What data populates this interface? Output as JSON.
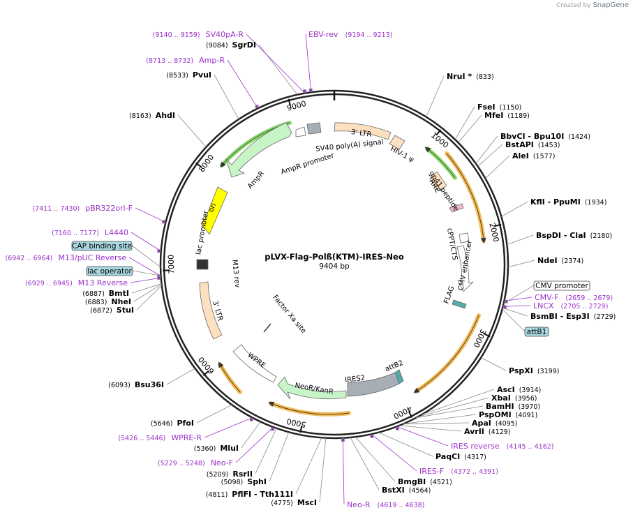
{
  "watermark": {
    "prefix": "Created by",
    "brand": "SnapGene"
  },
  "plasmid": {
    "name": "pLVX-Flag-Polß(KTM)-IRES-Neo",
    "length": "9404 bp"
  },
  "ticks": [
    "1000",
    "2000",
    "3000",
    "4000",
    "5000",
    "6000",
    "7000",
    "8000",
    "9000"
  ],
  "features": [
    {
      "label": "3' LTR",
      "fill": "#fde0c0"
    },
    {
      "label": "HIV-1 ψ",
      "fill": "#fde0c0"
    },
    {
      "label": "RRE",
      "fill": "#fde0c0"
    },
    {
      "label": "gp41 peptide",
      "fill": "#f4b8d4"
    },
    {
      "label": "cPPT/CTS",
      "fill": "#ffffff"
    },
    {
      "label": "CMV enhancer",
      "fill": "#ffffff"
    },
    {
      "label": "FLAG",
      "fill": "#5aa"
    },
    {
      "label": "CMV promoter",
      "fill": "#ffffff"
    },
    {
      "label": "attB2",
      "fill": "#5aa"
    },
    {
      "label": "IRES2",
      "fill": "#a8aeb5"
    },
    {
      "label": "NeoR/KanR",
      "fill": "#c8f5c8"
    },
    {
      "label": "WPRE",
      "fill": "#ffffff"
    },
    {
      "label": "Factor Xa site",
      "fill": "#ffffff"
    },
    {
      "label": "3' LTR",
      "fill": "#fde0c0"
    },
    {
      "label": "lac promoter",
      "fill": "#ffffff"
    },
    {
      "label": "M13 rev",
      "fill": "#ffffff"
    },
    {
      "label": "ori",
      "fill": "#ffff00"
    },
    {
      "label": "AmpR",
      "fill": "#c8f5c8"
    },
    {
      "label": "AmpR promoter",
      "fill": "#ffffff"
    },
    {
      "label": "SV40 poly(A) signal",
      "fill": "#a8aeb5"
    }
  ],
  "sites": [
    {
      "name": "NruI *",
      "pos": "(833)",
      "side": "right"
    },
    {
      "name": "FseI",
      "pos": "(1150)",
      "side": "right"
    },
    {
      "name": "MfeI",
      "pos": "(1189)",
      "side": "right"
    },
    {
      "name": "BbvCI - Bpu10I",
      "pos": "(1424)",
      "side": "right"
    },
    {
      "name": "BstAPI",
      "pos": "(1453)",
      "side": "right"
    },
    {
      "name": "AleI",
      "pos": "(1577)",
      "side": "right"
    },
    {
      "name": "KflI - PpuMI",
      "pos": "(1934)",
      "side": "right"
    },
    {
      "name": "BspDI - ClaI",
      "pos": "(2180)",
      "side": "right"
    },
    {
      "name": "NdeI",
      "pos": "(2374)",
      "side": "right"
    },
    {
      "name": "BsmBI - Esp3I",
      "pos": "(2729)",
      "side": "right"
    },
    {
      "name": "PspXI",
      "pos": "(3199)",
      "side": "right"
    },
    {
      "name": "AscI",
      "pos": "(3914)",
      "side": "right"
    },
    {
      "name": "XbaI",
      "pos": "(3956)",
      "side": "right"
    },
    {
      "name": "BamHI",
      "pos": "(3970)",
      "side": "right"
    },
    {
      "name": "PspOMI",
      "pos": "(4091)",
      "side": "right"
    },
    {
      "name": "ApaI",
      "pos": "(4095)",
      "side": "right"
    },
    {
      "name": "AvrII",
      "pos": "(4129)",
      "side": "right"
    },
    {
      "name": "PaqCI",
      "pos": "(4317)",
      "side": "right"
    },
    {
      "name": "BmgBI",
      "pos": "(4521)",
      "side": "right"
    },
    {
      "name": "BstXI",
      "pos": "(4564)",
      "side": "right"
    },
    {
      "name": "MscI",
      "pos": "(4775)",
      "side": "left"
    },
    {
      "name": "PflFI - Tth111I",
      "pos": "(4811)",
      "side": "left"
    },
    {
      "name": "SphI",
      "pos": "(5098)",
      "side": "left"
    },
    {
      "name": "RsrII",
      "pos": "(5209)",
      "side": "left"
    },
    {
      "name": "MluI",
      "pos": "(5360)",
      "side": "left"
    },
    {
      "name": "PfoI",
      "pos": "(5646)",
      "side": "left"
    },
    {
      "name": "Bsu36I",
      "pos": "(6093)",
      "side": "left"
    },
    {
      "name": "StuI",
      "pos": "(6872)",
      "side": "left"
    },
    {
      "name": "NheI",
      "pos": "(6883)",
      "side": "left"
    },
    {
      "name": "BmtI",
      "pos": "(6887)",
      "side": "left"
    },
    {
      "name": "AhdI",
      "pos": "(8163)",
      "side": "left"
    },
    {
      "name": "PvuI",
      "pos": "(8533)",
      "side": "left"
    },
    {
      "name": "SgrDI",
      "pos": "(9084)",
      "side": "left"
    }
  ],
  "primers": [
    {
      "name": "SV40pA-R",
      "range": "(9140 .. 9159)",
      "side": "left"
    },
    {
      "name": "EBV-rev",
      "range": "(9194 .. 9213)",
      "side": "right"
    },
    {
      "name": "Amp-R",
      "range": "(8713 .. 8732)",
      "side": "left"
    },
    {
      "name": "pBR322ori-F",
      "range": "(7411 .. 7430)",
      "side": "left"
    },
    {
      "name": "L4440",
      "range": "(7160 .. 7177)",
      "side": "left"
    },
    {
      "name": "M13/pUC Reverse",
      "range": "(6942 .. 6964)",
      "side": "left"
    },
    {
      "name": "M13 Reverse",
      "range": "(6929 .. 6945)",
      "side": "left"
    },
    {
      "name": "CMV-F",
      "range": "(2659 .. 2679)",
      "side": "right"
    },
    {
      "name": "LNCX",
      "range": "(2705 .. 2729)",
      "side": "right"
    },
    {
      "name": "IRES reverse",
      "range": "(4145 .. 4162)",
      "side": "right"
    },
    {
      "name": "IRES-F",
      "range": "(4372 .. 4391)",
      "side": "right"
    },
    {
      "name": "Neo-R",
      "range": "(4619 .. 4638)",
      "side": "right"
    },
    {
      "name": "Neo-F",
      "range": "(5229 .. 5248)",
      "side": "left"
    },
    {
      "name": "WPRE-R",
      "range": "(5426 .. 5446)",
      "side": "left"
    }
  ],
  "boxes": [
    {
      "label": "CAP binding site",
      "fill": "#a8d8e0"
    },
    {
      "label": "lac operator",
      "fill": "#a8d8e0"
    },
    {
      "label": "CMV promoter",
      "fill": "#ffffff"
    },
    {
      "label": "attB1",
      "fill": "#a8d8e0"
    }
  ],
  "colors": {
    "site": "#000000",
    "primer": "#9b30c8",
    "orf_highlight": "#f0b040",
    "green_highlight": "#80d060"
  }
}
